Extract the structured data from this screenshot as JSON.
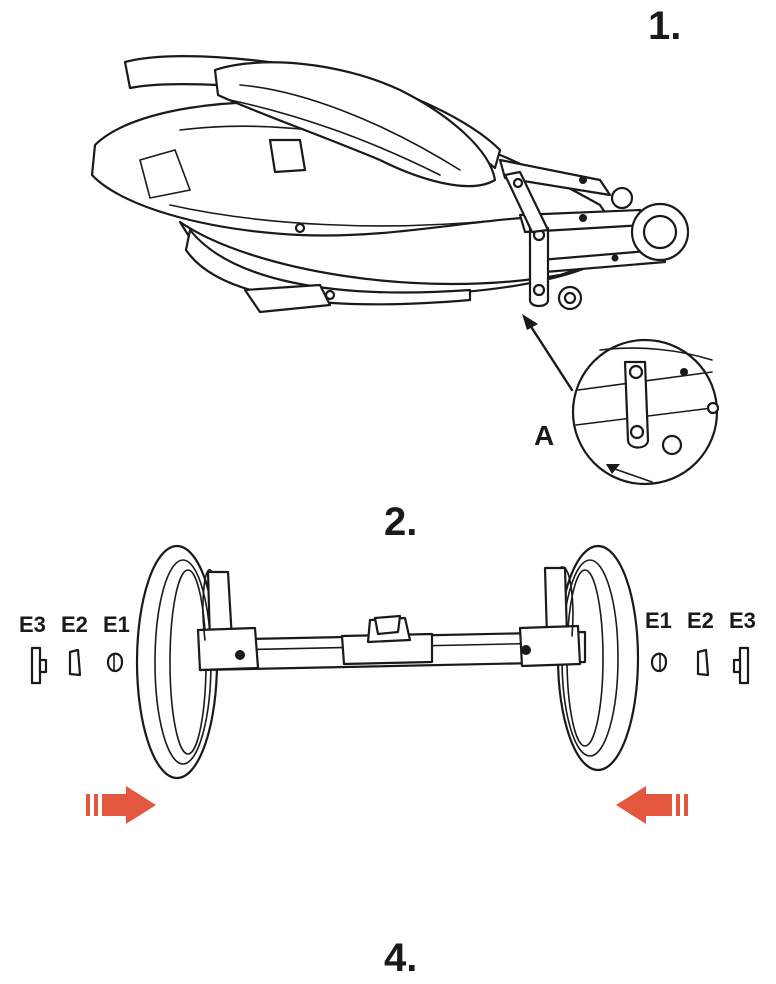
{
  "steps": [
    "1.",
    "2.",
    "4."
  ],
  "detail_label": "A",
  "parts_left": [
    "E3",
    "E2",
    "E1"
  ],
  "parts_right": [
    "E1",
    "E2",
    "E3"
  ],
  "colors": {
    "arrow": "#e4573f",
    "line": "#1a1a1a",
    "background": "#ffffff"
  },
  "icons": {
    "left_arrow": "double-arrow-right-icon",
    "right_arrow": "double-arrow-left-icon"
  }
}
